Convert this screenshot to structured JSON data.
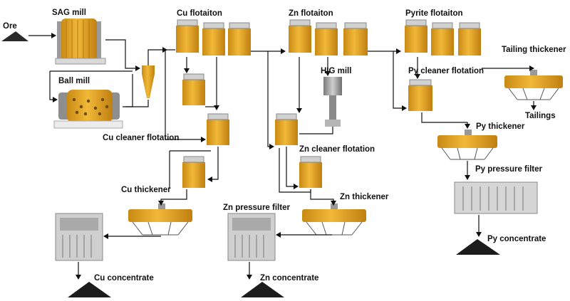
{
  "labels": {
    "ore": "Ore",
    "sag_mill": "SAG mill",
    "ball_mill": "Ball mill",
    "cu_flotation": "Cu flotaiton",
    "zn_flotation": "Zn flotaiton",
    "pyrite_flotation": "Pyrite flotaiton",
    "tailing_thickener": "Tailing thickener",
    "py_cleaner_flotation": "Py cleaner flotation",
    "hig_mill": "HIG mill",
    "tailings": "Tailings",
    "cu_cleaner_flotation": "Cu cleaner flotation",
    "py_thickener": "Py thickener",
    "zn_cleaner_flotation": "Zn cleaner flotation",
    "py_pressure_filter": "Py pressure filter",
    "cu_thickener": "Cu thickener",
    "zn_thickener": "Zn thickener",
    "zn_pressure_filter": "Zn pressure filter",
    "py_concentrate": "Py concentrate",
    "cu_concentrate": "Cu concentrate",
    "zn_concentrate": "Zn concentrate"
  },
  "colors": {
    "tank_gold": "#e8a321",
    "tank_dark": "#b8790f",
    "steel": "#8a8a8a",
    "pile": "#1c1c1c",
    "line": "#111111"
  }
}
